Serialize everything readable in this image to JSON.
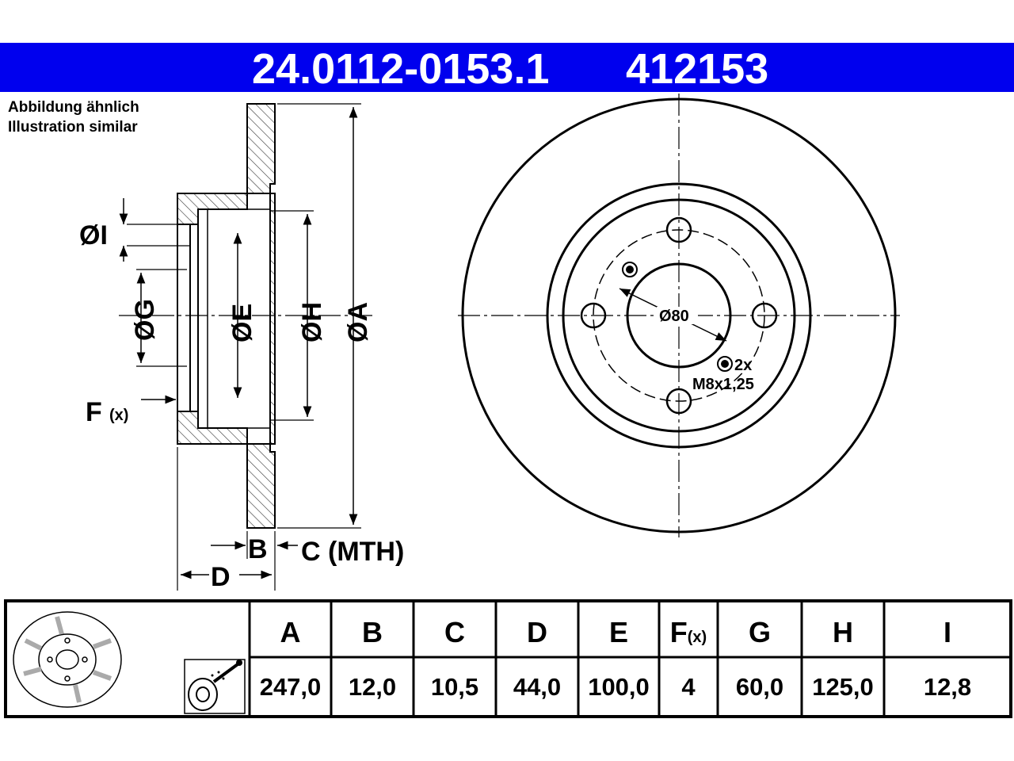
{
  "header": {
    "article_number": "24.0112-0153.1",
    "reference_number": "412153"
  },
  "note": {
    "line1": "Abbildung ähnlich",
    "line2": "Illustration similar"
  },
  "section_labels": {
    "I": "ØI",
    "G": "ØG",
    "E": "ØE",
    "H": "ØH",
    "A": "ØA",
    "F": "F",
    "F_sub": "(x)",
    "B": "B",
    "C": "C (MTH)",
    "D": "D"
  },
  "front_labels": {
    "pcd": "Ø80",
    "thread_count": "2x",
    "thread_size": "M8x1,25"
  },
  "table": {
    "columns": [
      {
        "key": "A",
        "label": "A",
        "value": "247,0"
      },
      {
        "key": "B",
        "label": "B",
        "value": "12,0"
      },
      {
        "key": "C",
        "label": "C",
        "value": "10,5"
      },
      {
        "key": "D",
        "label": "D",
        "value": "44,0"
      },
      {
        "key": "E",
        "label": "E",
        "value": "100,0"
      },
      {
        "key": "F",
        "label": "F",
        "label_sub": "(x)",
        "value": "4"
      },
      {
        "key": "G",
        "label": "G",
        "value": "60,0"
      },
      {
        "key": "H",
        "label": "H",
        "value": "125,0"
      },
      {
        "key": "I",
        "label": "I",
        "value": "12,8"
      }
    ]
  },
  "colors": {
    "banner": "#0000ee",
    "banner_text": "#ffffff",
    "line": "#000000"
  }
}
